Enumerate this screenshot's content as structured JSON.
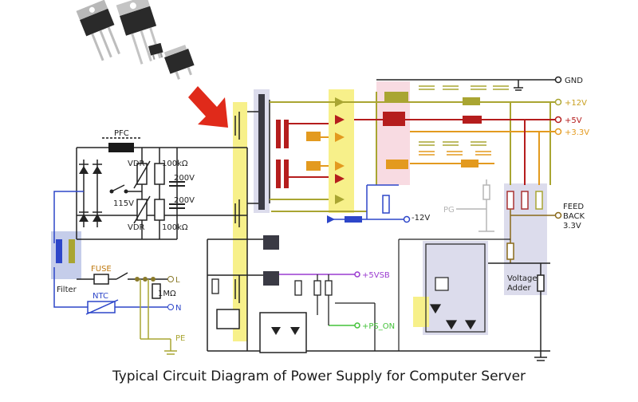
{
  "caption": "Typical Circuit Diagram of Power Supply for Computer Server",
  "labels": {
    "pfc": "PFC",
    "vdr": "VDR",
    "r100k": "100kΩ",
    "v200": "200V",
    "v115": "115V",
    "filter": "Filter",
    "fuse": "FUSE",
    "ntc": "NTC",
    "l": "L",
    "n": "N",
    "pe": "PE",
    "r1m": "1MΩ",
    "gnd": "GND",
    "p12": "+12V",
    "p5": "+5V",
    "p33": "+3.3V",
    "m12": "-12V",
    "pg": "PG",
    "v5sb": "+5VSB",
    "pson": "+PS_ON",
    "fb1": "FEED",
    "fb2": "BACK",
    "fb3": "3.3V",
    "va1": "Voltage",
    "va2": "Adder"
  },
  "colors": {
    "yellow_hl": "#f7f08a",
    "blue_hl": "#c5cdea",
    "gray_hl": "#dcdcec",
    "orange": "#e39a1f",
    "red": "#b51d1d",
    "olive": "#a9a532",
    "blue": "#2d46c9",
    "purple": "#9a3bd0",
    "green": "#44c23a",
    "pink_hl": "#f3c3cf",
    "arrow": "#e02a1a"
  }
}
